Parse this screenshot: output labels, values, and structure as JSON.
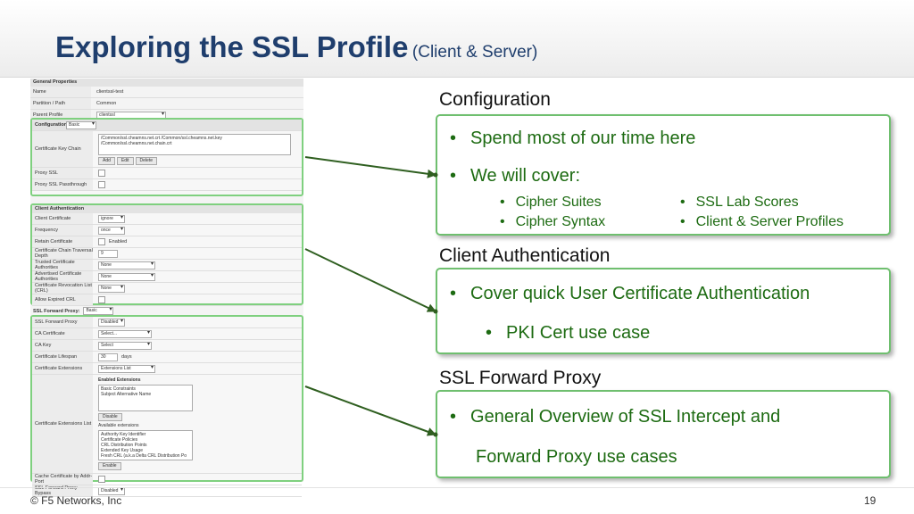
{
  "title": {
    "main": "Exploring the SSL Profile",
    "sub": "(Client & Server)"
  },
  "screenshot": {
    "general": {
      "header": "General Properties",
      "rows": [
        {
          "label": "Name",
          "value": "clientssl-test"
        },
        {
          "label": "Partition / Path",
          "value": "Common"
        },
        {
          "label": "Parent Profile",
          "value": "clientssl"
        }
      ]
    },
    "configuration": {
      "label": "Configuration:",
      "mode": "Basic",
      "rows": [
        {
          "label": "Certificate Key Chain",
          "value": "/Common/ssl.cheamns.net.crt  /Common/ssl.cheamns.net.key  /Common/ssl.cheamns.net.chain.crt"
        },
        {
          "label": "Proxy SSL",
          "value": ""
        },
        {
          "label": "Proxy SSL Passthrough",
          "value": ""
        }
      ],
      "buttons": [
        "Add",
        "Edit",
        "Delete"
      ]
    },
    "client_auth": {
      "header": "Client Authentication",
      "rows": [
        {
          "label": "Client Certificate",
          "value": "ignore"
        },
        {
          "label": "Frequency",
          "value": "once"
        },
        {
          "label": "Retain Certificate",
          "value": "Enabled"
        },
        {
          "label": "Certificate Chain Traversal Depth",
          "value": "9"
        },
        {
          "label": "Trusted Certificate Authorities",
          "value": "None"
        },
        {
          "label": "Advertised Certificate Authorities",
          "value": "None"
        },
        {
          "label": "Certificate Revocation List (CRL)",
          "value": "None"
        },
        {
          "label": "Allow Expired CRL",
          "value": ""
        }
      ]
    },
    "forward_proxy": {
      "label": "SSL Forward Proxy:",
      "mode": "Basic",
      "rows": [
        {
          "label": "SSL Forward Proxy",
          "value": "Disabled"
        },
        {
          "label": "CA Certificate",
          "value": "Select..."
        },
        {
          "label": "CA Key",
          "value": "Select"
        },
        {
          "label": "Certificate Lifespan",
          "value": "30",
          "suffix": "days"
        },
        {
          "label": "Certificate Extensions",
          "value": "Extensions List"
        },
        {
          "label": "Certificate Extensions List",
          "value": ""
        },
        {
          "label": "Cache Certificate by Addr-Port",
          "value": ""
        },
        {
          "label": "SSL Forward Proxy Bypass",
          "value": "Disabled"
        }
      ],
      "enabled_ext_label": "Enabled Extensions",
      "enabled_ext": [
        "Basic Constraints",
        "Subject Alternative Name"
      ],
      "available_ext_label": "Available extensions",
      "available_ext": [
        "Authority Key Identifier",
        "Certificate Policies",
        "CRL Distribution Points",
        "Extended Key Usage",
        "Fresh CRL (a.k.a Delta CRL Distribution Po"
      ],
      "disable_btn": "Disable",
      "enable_btn": "Enable"
    }
  },
  "sections": [
    {
      "title": "Configuration",
      "bullets": [
        "Spend most of our time here",
        "We will cover:"
      ],
      "sub_left": [
        "Cipher Suites",
        "Cipher Syntax"
      ],
      "sub_right": [
        "SSL Lab Scores",
        "Client & Server Profiles"
      ]
    },
    {
      "title": "Client Authentication",
      "bullets": [
        "Cover quick User Certificate Authentication"
      ],
      "sub": [
        "PKI Cert use case"
      ]
    },
    {
      "title": "SSL Forward Proxy",
      "bullets": [
        "General Overview of SSL Intercept and",
        "Forward Proxy use cases"
      ]
    }
  ],
  "bullet_char": "•",
  "footer": {
    "copyright": "© F5 Networks, Inc",
    "page": "19"
  },
  "colors": {
    "title": "#1f3e6d",
    "bullet_text": "#1d6b12",
    "box_border": "#6fbf6f",
    "arrow": "#2f5f20"
  }
}
